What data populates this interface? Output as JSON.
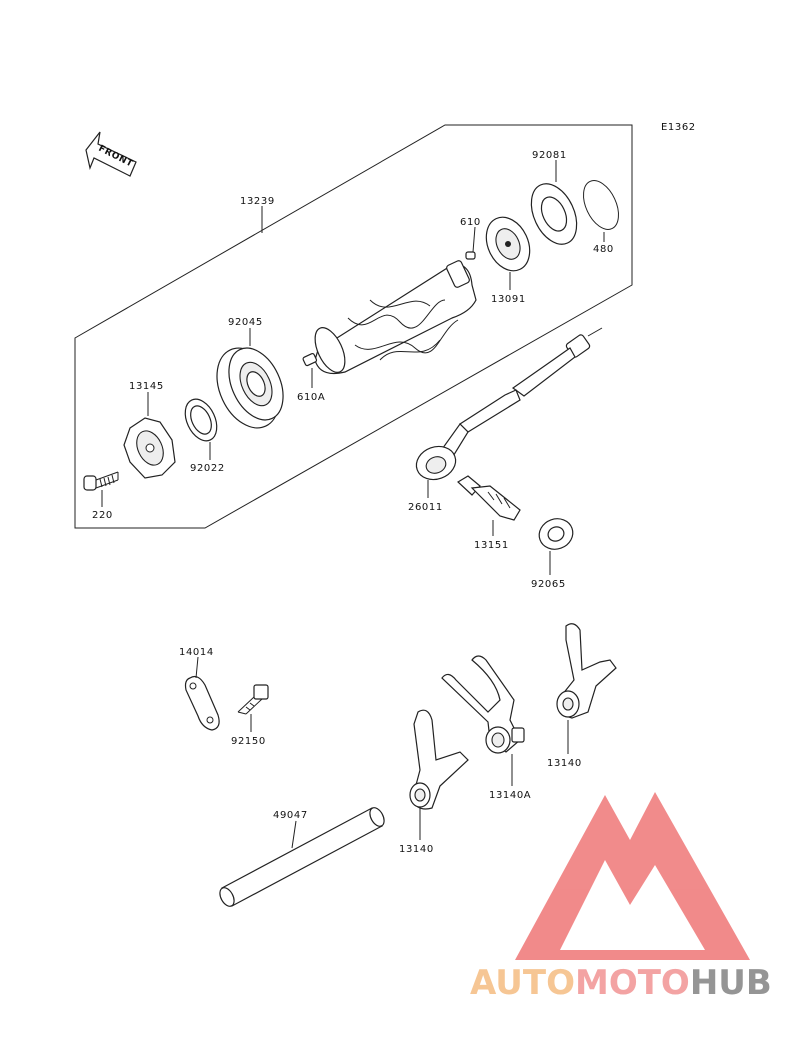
{
  "diagram": {
    "ref_code": "E1362",
    "front_label": "FRONT",
    "labels": {
      "p13239": "13239",
      "p92081": "92081",
      "p610": "610",
      "p480": "480",
      "p13091": "13091",
      "p92045": "92045",
      "p610a": "610A",
      "p13145": "13145",
      "p92022": "92022",
      "p220": "220",
      "p26011": "26011",
      "p13151": "13151",
      "p92065": "92065",
      "p14014": "14014",
      "p92150": "92150",
      "p49047": "49047",
      "p13140a": "13140",
      "p13140b": "13140A",
      "p13140c": "13140"
    }
  },
  "watermark": {
    "brand_part1": "AUTO",
    "brand_part2": "MOTO",
    "brand_part3": "HUB",
    "colors": {
      "auto": "#f6c089",
      "moto": "#f29a9a",
      "hub": "#8a8a8a",
      "triangle": "#f07e7e"
    }
  }
}
